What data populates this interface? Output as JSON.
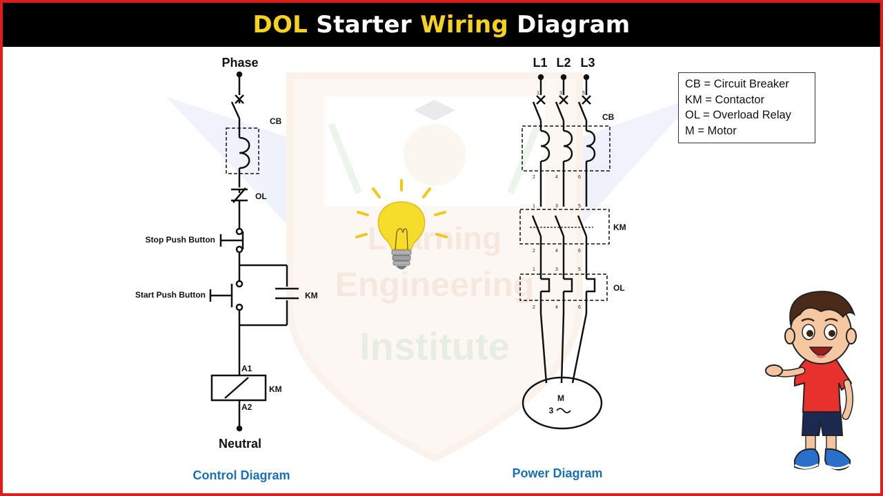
{
  "header": {
    "title_part1": "DOL",
    "title_part2": "Starter",
    "title_part3": "Wiring",
    "title_part4": "Diagram",
    "accent_color": "#f7d21d",
    "frame_color": "#e01b1b"
  },
  "control": {
    "phase": "Phase",
    "neutral": "Neutral",
    "cb": "CB",
    "ol": "OL",
    "stop": "Stop Push Button",
    "start": "Start Push Button",
    "km_contact": "KM",
    "a1": "A1",
    "a2": "A2",
    "km_coil": "KM",
    "caption": "Control Diagram"
  },
  "power": {
    "l1": "L1",
    "l2": "L2",
    "l3": "L3",
    "cb": "CB",
    "km": "KM",
    "ol": "OL",
    "motor_m": "M",
    "motor_3": "3",
    "caption": "Power Diagram",
    "terminals_top": [
      "1",
      "3",
      "5"
    ],
    "terminals_bottom": [
      "2",
      "4",
      "6"
    ]
  },
  "legend": {
    "items": [
      "CB = Circuit Breaker",
      "KM = Contactor",
      "OL = Overload Relay",
      "M = Motor"
    ]
  },
  "watermark": {
    "line1": "Learning",
    "line2": "Engineering",
    "line3": "Institute"
  },
  "icons": [
    "light-bulb-icon",
    "cartoon-boy-illustration",
    "watermark-shield-logo"
  ]
}
